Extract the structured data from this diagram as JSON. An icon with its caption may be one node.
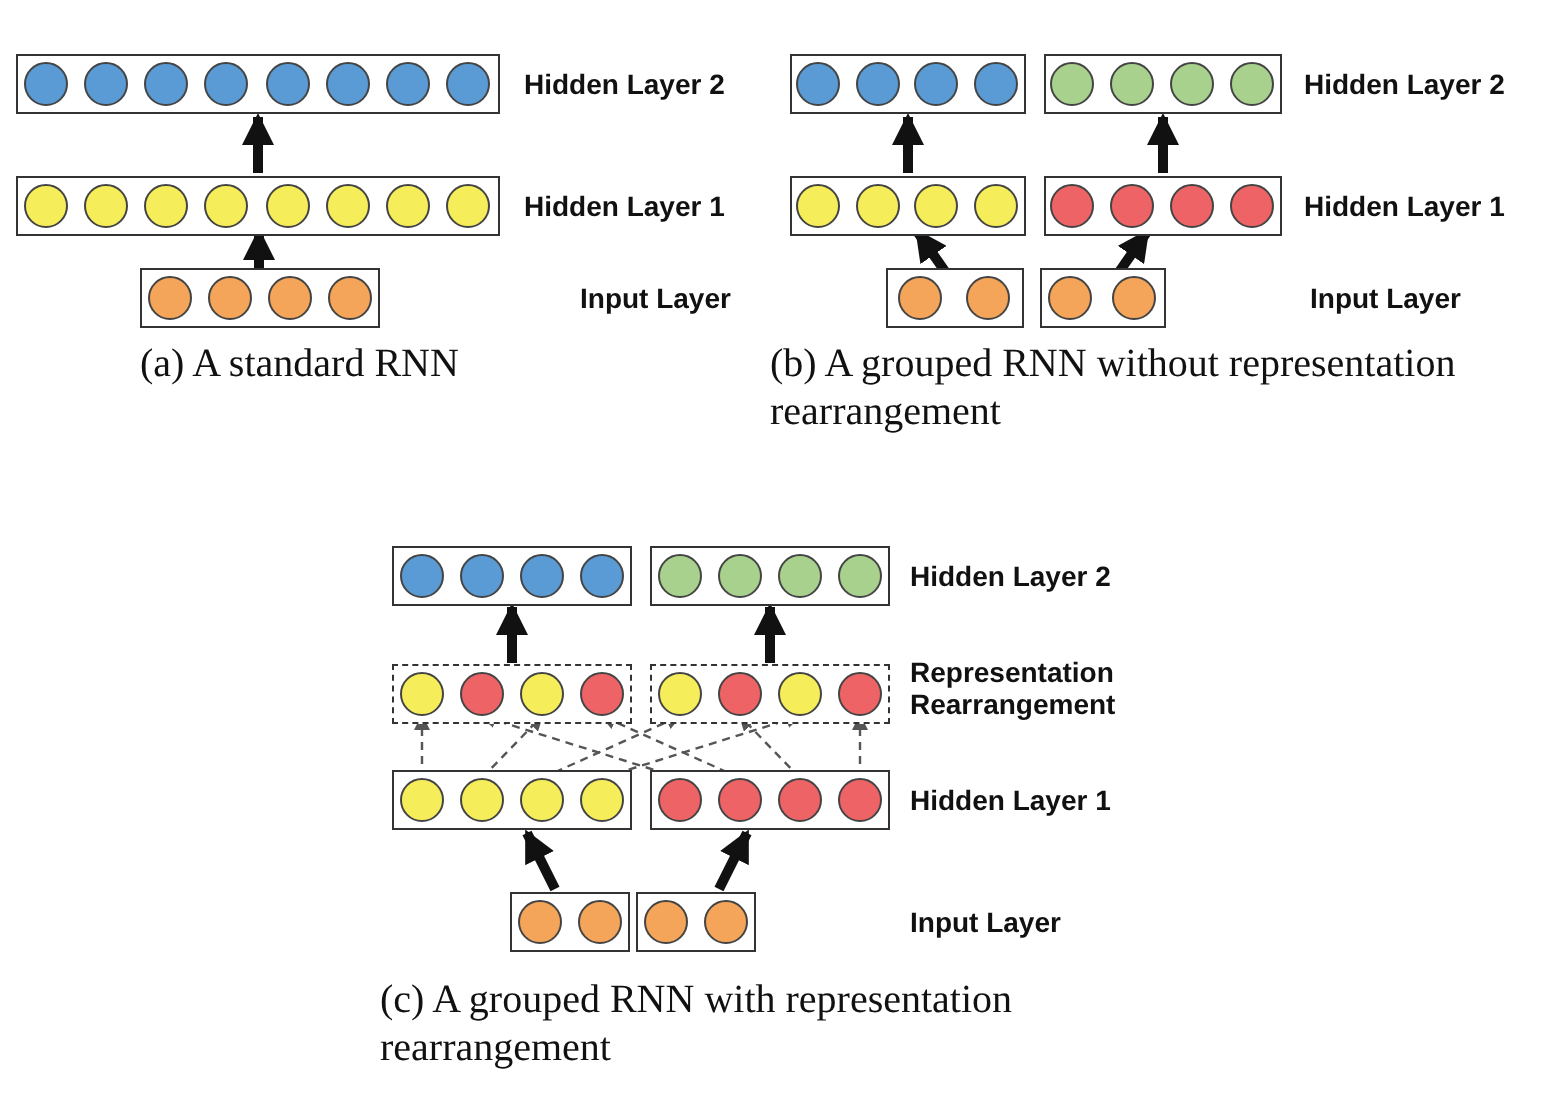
{
  "diagram": {
    "nodes": [
      {
        "text": [],
        "shape": "box"
      },
      {
        "text": [],
        "shape": "circle",
        "in": 0
      },
      {
        "text": [],
        "shape": "circle",
        "in": 0
      },
      {
        "text": [],
        "shape": "circle",
        "in": 0
      },
      {
        "text": [],
        "shape": "circle",
        "in": 0
      },
      {
        "text": [],
        "shape": "circle",
        "in": 0
      },
      {
        "text": [],
        "shape": "circle",
        "in": 0
      },
      {
        "text": [],
        "shape": "circle",
        "in": 0
      },
      {
        "text": [],
        "shape": "circle",
        "in": 0
      },
      {
        "text": [],
        "shape": "box"
      },
      {
        "text": [],
        "shape": "circle",
        "in": 9
      },
      {
        "text": [],
        "shape": "circle",
        "in": 9
      },
      {
        "text": [],
        "shape": "circle",
        "in": 9
      },
      {
        "text": [],
        "shape": "circle",
        "in": 9
      },
      {
        "text": [],
        "shape": "circle",
        "in": 9
      },
      {
        "text": [],
        "shape": "circle",
        "in": 9
      },
      {
        "text": [],
        "shape": "circle",
        "in": 9
      },
      {
        "text": [],
        "shape": "circle",
        "in": 9
      },
      {
        "text": [],
        "shape": "box"
      },
      {
        "text": [],
        "shape": "circle",
        "in": 18
      },
      {
        "text": [],
        "shape": "circle",
        "in": 18
      },
      {
        "text": [],
        "shape": "circle",
        "in": 18
      },
      {
        "text": [],
        "shape": "circle",
        "in": 18
      },
      {
        "text": [],
        "shape": "box"
      },
      {
        "text": [],
        "shape": "circle",
        "in": 23
      },
      {
        "text": [],
        "shape": "circle",
        "in": 23
      },
      {
        "text": [],
        "shape": "circle",
        "in": 23
      },
      {
        "text": [],
        "shape": "circle",
        "in": 23
      },
      {
        "text": [],
        "shape": "box"
      },
      {
        "text": [],
        "shape": "circle",
        "in": 28
      },
      {
        "text": [],
        "shape": "circle",
        "in": 28
      },
      {
        "text": [],
        "shape": "circle",
        "in": 28
      },
      {
        "text": [],
        "shape": "circle",
        "in": 28
      },
      {
        "text": [],
        "shape": "box"
      },
      {
        "text": [],
        "shape": "circle",
        "in": 33
      },
      {
        "text": [],
        "shape": "circle",
        "in": 33
      },
      {
        "text": [],
        "shape": "circle",
        "in": 33
      },
      {
        "text": [],
        "shape": "circle",
        "in": 33
      },
      {
        "text": [],
        "shape": "box"
      },
      {
        "text": [],
        "shape": "circle",
        "in": 38
      },
      {
        "text": [],
        "shape": "circle",
        "in": 38
      },
      {
        "text": [],
        "shape": "circle",
        "in": 38
      },
      {
        "text": [],
        "shape": "circle",
        "in": 38
      },
      {
        "text": [],
        "shape": "box"
      },
      {
        "text": [],
        "shape": "circle",
        "in": 43
      },
      {
        "text": [],
        "shape": "circle",
        "in": 43
      },
      {
        "text": [],
        "shape": "box"
      },
      {
        "text": [],
        "shape": "circle",
        "in": 46
      },
      {
        "text": [],
        "shape": "circle",
        "in": 46
      },
      {
        "text": [],
        "shape": "box"
      },
      {
        "text": [],
        "shape": "circle",
        "in": 49
      },
      {
        "text": [],
        "shape": "circle",
        "in": 49
      },
      {
        "text": [],
        "shape": "circle",
        "in": 49
      },
      {
        "text": [],
        "shape": "circle",
        "in": 49
      },
      {
        "text": [],
        "shape": "box"
      },
      {
        "text": [],
        "shape": "circle",
        "in": 54
      },
      {
        "text": [],
        "shape": "circle",
        "in": 54
      },
      {
        "text": [],
        "shape": "circle",
        "in": 54
      },
      {
        "text": [],
        "shape": "circle",
        "in": 54
      },
      {
        "text": [],
        "shape": "box"
      },
      {
        "text": [],
        "shape": "circle",
        "in": 59
      },
      {
        "text": [],
        "shape": "circle",
        "in": 59
      },
      {
        "text": [],
        "shape": "circle",
        "in": 59
      },
      {
        "text": [],
        "shape": "circle",
        "in": 59
      },
      {
        "text": [],
        "shape": "box"
      },
      {
        "text": [],
        "shape": "circle",
        "in": 64
      },
      {
        "text": [],
        "shape": "circle",
        "in": 64
      },
      {
        "text": [],
        "shape": "circle",
        "in": 64
      },
      {
        "text": [],
        "shape": "circle",
        "in": 64
      },
      {
        "text": [],
        "shape": "box"
      },
      {
        "text": [],
        "shape": "circle",
        "in": 69
      },
      {
        "text": [],
        "shape": "circle",
        "in": 69
      },
      {
        "text": [],
        "shape": "circle",
        "in": 69
      },
      {
        "text": [],
        "shape": "circle",
        "in": 69
      },
      {
        "text": [],
        "shape": "box"
      },
      {
        "text": [],
        "shape": "circle",
        "in": 74
      },
      {
        "text": [],
        "shape": "circle",
        "in": 74
      },
      {
        "text": [],
        "shape": "circle",
        "in": 74
      },
      {
        "text": [],
        "shape": "circle",
        "in": 74
      },
      {
        "text": [],
        "shape": "box"
      },
      {
        "text": [],
        "shape": "circle",
        "in": 79
      },
      {
        "text": [],
        "shape": "circle",
        "in": 79
      },
      {
        "text": [],
        "shape": "box"
      },
      {
        "text": [],
        "shape": "circle",
        "in": 82
      },
      {
        "text": [],
        "shape": "circle",
        "in": 82
      }
    ],
    "edges": [
      {
        "from": 18,
        "to": 9,
        "arrow": "to"
      },
      {
        "from": 9,
        "to": 0,
        "arrow": "to"
      },
      {
        "from": 43,
        "to": 33,
        "arrow": "to"
      },
      {
        "from": 46,
        "to": 38,
        "arrow": "to"
      },
      {
        "from": 33,
        "to": 23,
        "arrow": "to"
      },
      {
        "from": 38,
        "to": 28,
        "arrow": "to"
      },
      {
        "from": 79,
        "to": 69,
        "arrow": "to"
      },
      {
        "from": 82,
        "to": 74,
        "arrow": "to"
      },
      {
        "from": 59,
        "to": 49,
        "arrow": "to"
      },
      {
        "from": 64,
        "to": 54,
        "arrow": "to"
      },
      {
        "from": 70,
        "to": 60,
        "arrow": "to",
        "style": "dashed",
        "color": "#555555"
      },
      {
        "from": 71,
        "to": 62,
        "arrow": "to",
        "style": "dashed",
        "color": "#555555"
      },
      {
        "from": 72,
        "to": 65,
        "arrow": "to",
        "style": "dashed",
        "color": "#555555"
      },
      {
        "from": 73,
        "to": 67,
        "arrow": "to",
        "style": "dashed",
        "color": "#555555"
      },
      {
        "from": 75,
        "to": 61,
        "arrow": "to",
        "style": "dashed",
        "color": "#555555"
      },
      {
        "from": 76,
        "to": 63,
        "arrow": "to",
        "style": "dashed",
        "color": "#555555"
      },
      {
        "from": 77,
        "to": 66,
        "arrow": "to",
        "style": "dashed",
        "color": "#555555"
      },
      {
        "from": 78,
        "to": 68,
        "arrow": "to",
        "style": "dashed",
        "color": "#555555"
      }
    ],
    "labels": [
      "Hidden Layer 2",
      "Hidden Layer 2",
      "Hidden Layer 1",
      "Hidden Layer 1",
      "Input Layer",
      "Input Layer",
      "(a) A standard RNN",
      "(b) A grouped RNN without representation rearrangement",
      "Hidden Layer 2",
      "Representation Rearrangement",
      "Hidden Layer 1",
      "Input Layer",
      "(c) A grouped RNN with representation rearrangement"
    ]
  }
}
